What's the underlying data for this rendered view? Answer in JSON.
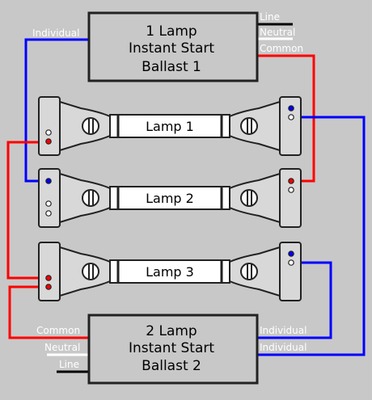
{
  "colors": {
    "background": "#c8c8c8",
    "box_fill": "#c8c8c8",
    "line_wire": "#000000",
    "neutral_wire": "#ffffff",
    "common_wire": "#ff0000",
    "individual_wire": "#0000ff"
  },
  "ballast1": {
    "line1": "1 Lamp",
    "line2": "Instant Start",
    "line3": "Ballast 1",
    "wires": {
      "line": "Line",
      "neutral": "Neutral",
      "common": "Common",
      "individual": "Individual"
    }
  },
  "ballast2": {
    "line1": "2 Lamp",
    "line2": "Instant Start",
    "line3": "Ballast 2",
    "wires": {
      "common": "Common",
      "neutral": "Neutral",
      "line": "Line",
      "individual_a": "Individual",
      "individual_b": "Individual"
    }
  },
  "lamps": [
    {
      "label": "Lamp 1"
    },
    {
      "label": "Lamp 2"
    },
    {
      "label": "Lamp 3"
    }
  ]
}
